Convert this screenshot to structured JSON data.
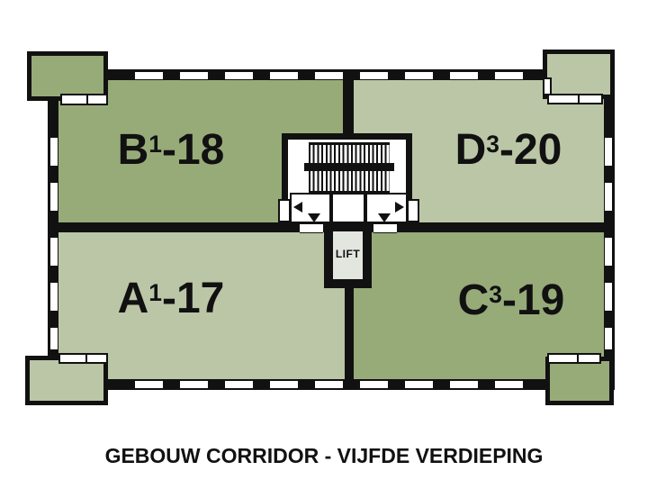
{
  "caption": "GEBOUW CORRIDOR - VIJFDE VERDIEPING",
  "plan": {
    "rooms": [
      {
        "name": "B1-18",
        "letter": "B",
        "sup": "1",
        "suffix": "-18",
        "fill": "#97ab79"
      },
      {
        "name": "D3-20",
        "letter": "D",
        "sup": "3",
        "suffix": "-20",
        "fill": "#bbc6a6"
      },
      {
        "name": "A1-17",
        "letter": "A",
        "sup": "1",
        "suffix": "-17",
        "fill": "#bbc6a6"
      },
      {
        "name": "C3-19",
        "letter": "C",
        "sup": "3",
        "suffix": "-19",
        "fill": "#97ab79"
      }
    ],
    "lift": {
      "label": "LIFT"
    },
    "colors": {
      "room_dark_green": "#97ab79",
      "room_light_green": "#bbc6a6",
      "wall_black": "#111111",
      "lift_floor_gray": "#e3e5df",
      "window_white": "#ffffff",
      "background": "#ffffff"
    }
  }
}
